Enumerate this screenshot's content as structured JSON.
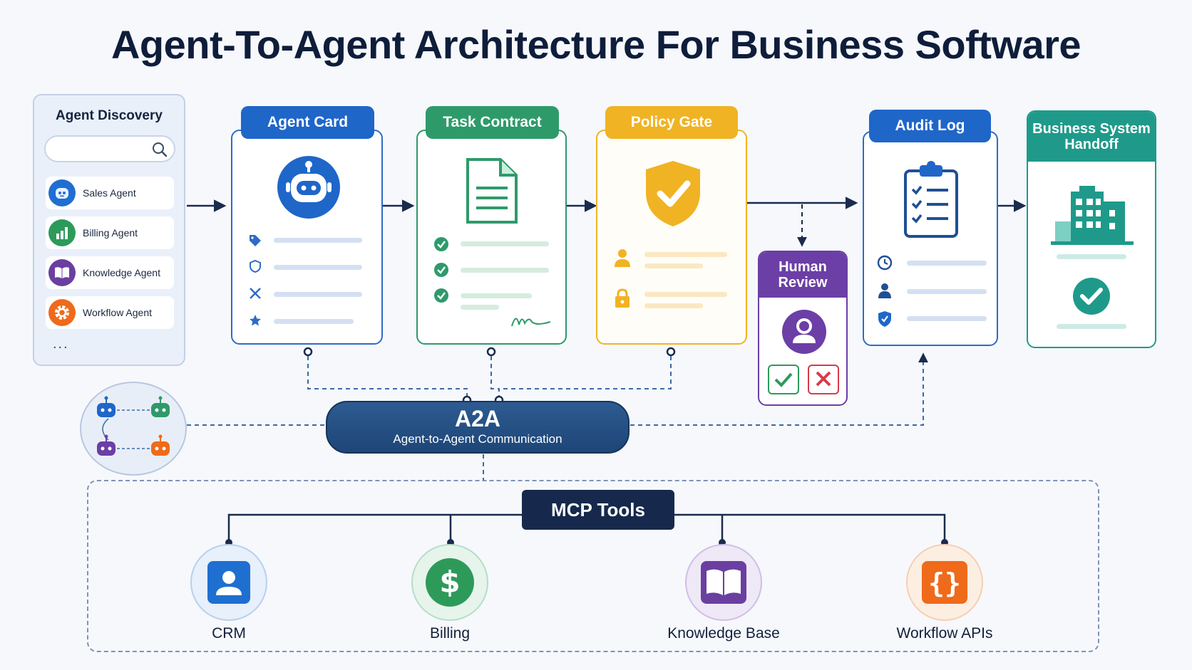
{
  "title": "Agent-To-Agent Architecture For Business Software",
  "discovery": {
    "title": "Agent Discovery",
    "search_placeholder": "",
    "agents": [
      {
        "label": "Sales Agent",
        "icon": "robot-face-icon",
        "color": "#1f6fd1"
      },
      {
        "label": "Billing Agent",
        "icon": "bar-chart-icon",
        "color": "#2e9a5a"
      },
      {
        "label": "Knowledge Agent",
        "icon": "open-book-icon",
        "color": "#6a3fa0"
      },
      {
        "label": "Workflow Agent",
        "icon": "gear-icon",
        "color": "#ef6a1a"
      }
    ],
    "more": "..."
  },
  "steps": {
    "agent_card": {
      "label": "Agent Card",
      "color": "#1f66c9"
    },
    "task_contract": {
      "label": "Task Contract",
      "color": "#2e9a6a"
    },
    "policy_gate": {
      "label": "Policy Gate",
      "color": "#f0b323"
    },
    "human_review": {
      "label": "Human Review",
      "color": "#6b3fa6"
    },
    "audit_log": {
      "label": "Audit Log",
      "color": "#1f66c9"
    },
    "handoff": {
      "label": "Business System Handoff",
      "color": "#1f9a8a"
    }
  },
  "a2a": {
    "title": "A2A",
    "subtitle": "Agent-to-Agent Communication"
  },
  "mcp": {
    "title": "MCP Tools",
    "tools": [
      {
        "label": "CRM",
        "icon": "user-icon",
        "color": "#1f6fd1"
      },
      {
        "label": "Billing",
        "icon": "dollar-icon",
        "color": "#2e9a5a"
      },
      {
        "label": "Knowledge Base",
        "icon": "open-book-icon",
        "color": "#6a3fa0"
      },
      {
        "label": "Workflow APIs",
        "icon": "code-braces-icon",
        "color": "#ef6a1a"
      }
    ]
  }
}
